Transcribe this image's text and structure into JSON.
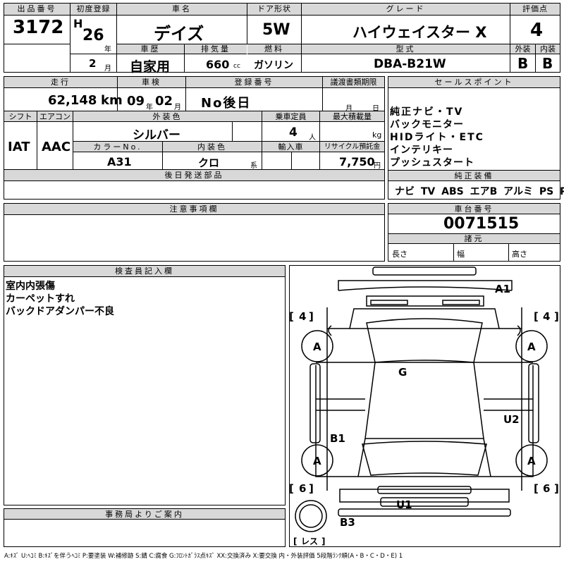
{
  "headers": {
    "lot_number": "出品番号",
    "first_registration": "初度登録",
    "car_name": "車名",
    "door_type": "ドア形状",
    "grade": "グレード",
    "score": "評価点",
    "history": "車歴",
    "displacement": "排気量",
    "fuel": "燃料",
    "model_type": "型式",
    "exterior": "外装",
    "interior": "内装",
    "mileage": "走行",
    "inspection": "車検",
    "registration_no": "登録番号",
    "transfer_deadline": "議渡書類期限",
    "sales_points": "セールスポイント",
    "shift": "シフト",
    "aircon": "エアコン",
    "exterior_color": "外装色",
    "capacity": "乗車定員",
    "max_load": "最大積載量",
    "color_no": "カラーNo.",
    "interior_color": "内装色",
    "import": "輸入車",
    "recycle_fee": "リサイクル預託金",
    "deferred_parts": "後日発送部品",
    "genuine_equipment": "純正装備",
    "notes": "注意事項欄",
    "chassis_no": "車台番号",
    "specs": "諸元",
    "inspector_notes": "検査員記入欄",
    "office_notice": "事務局よりご案内"
  },
  "lot_number": "3172",
  "era_letter": "H",
  "year": "26",
  "year_unit": "年",
  "month": "2",
  "month_unit": "月",
  "car_name": "デイズ",
  "door_type": "5W",
  "grade": "ハイウェイスター X",
  "score": "4",
  "history": "自家用",
  "displacement": "660",
  "displacement_unit": "cc",
  "fuel": "ガソリン",
  "model_type": "DBA-B21W",
  "exterior_grade": "B",
  "interior_grade": "B",
  "mileage": "62,148",
  "mileage_unit": "km",
  "inspection_year": "09",
  "inspection_year_unit": "年",
  "inspection_month": "02",
  "inspection_month_unit": "月",
  "registration_no": "No後日",
  "transfer_month_unit": "月",
  "transfer_day_unit": "日",
  "sales_points": [
    "純正ナビ・TV",
    "バックモニター",
    "HIDライト・ETC",
    "インテリキー",
    "プッシュスタート"
  ],
  "shift": "IAT",
  "aircon": "AAC",
  "exterior_color": "シルバー",
  "capacity": "4",
  "capacity_unit": "人",
  "max_load_unit": "kg",
  "color_no": "A31",
  "interior_color": "クロ",
  "interior_color_unit": "系",
  "recycle_fee": "7,750",
  "recycle_fee_unit": "円",
  "genuine_equipment": "ナビ TV ABS エアB アルミ PS PW",
  "chassis_no": "0071515",
  "specs": {
    "length": "長さ",
    "width": "幅",
    "height": "高さ"
  },
  "inspector_notes": [
    "室内内張傷",
    "カーペットすれ",
    "バックドアダンパー不良"
  ],
  "diagram": {
    "tire_front_left": "4",
    "tire_front_right": "4",
    "tire_rear_left": "6",
    "tire_rear_right": "6",
    "wheel_mark": "A",
    "spare_label": "レス",
    "marks": {
      "a1": "A1",
      "g": "G",
      "u2": "U2",
      "b1": "B1",
      "u1": "U1",
      "b3": "B3"
    }
  },
  "legend": "A:ｷｽﾞ U:ﾍｺﾐ B:ｷｽﾞを伴うﾍｺﾐ P:要塗装 W:補修跡 S:錆 C:腐食 G:ﾌﾛﾝﾄｶﾞﾗｽ点ｷｽﾞ XX:交換済み X:要交換 内・外装評価 5段階ﾗﾝｸ順(A・B・C・D・E) 1"
}
